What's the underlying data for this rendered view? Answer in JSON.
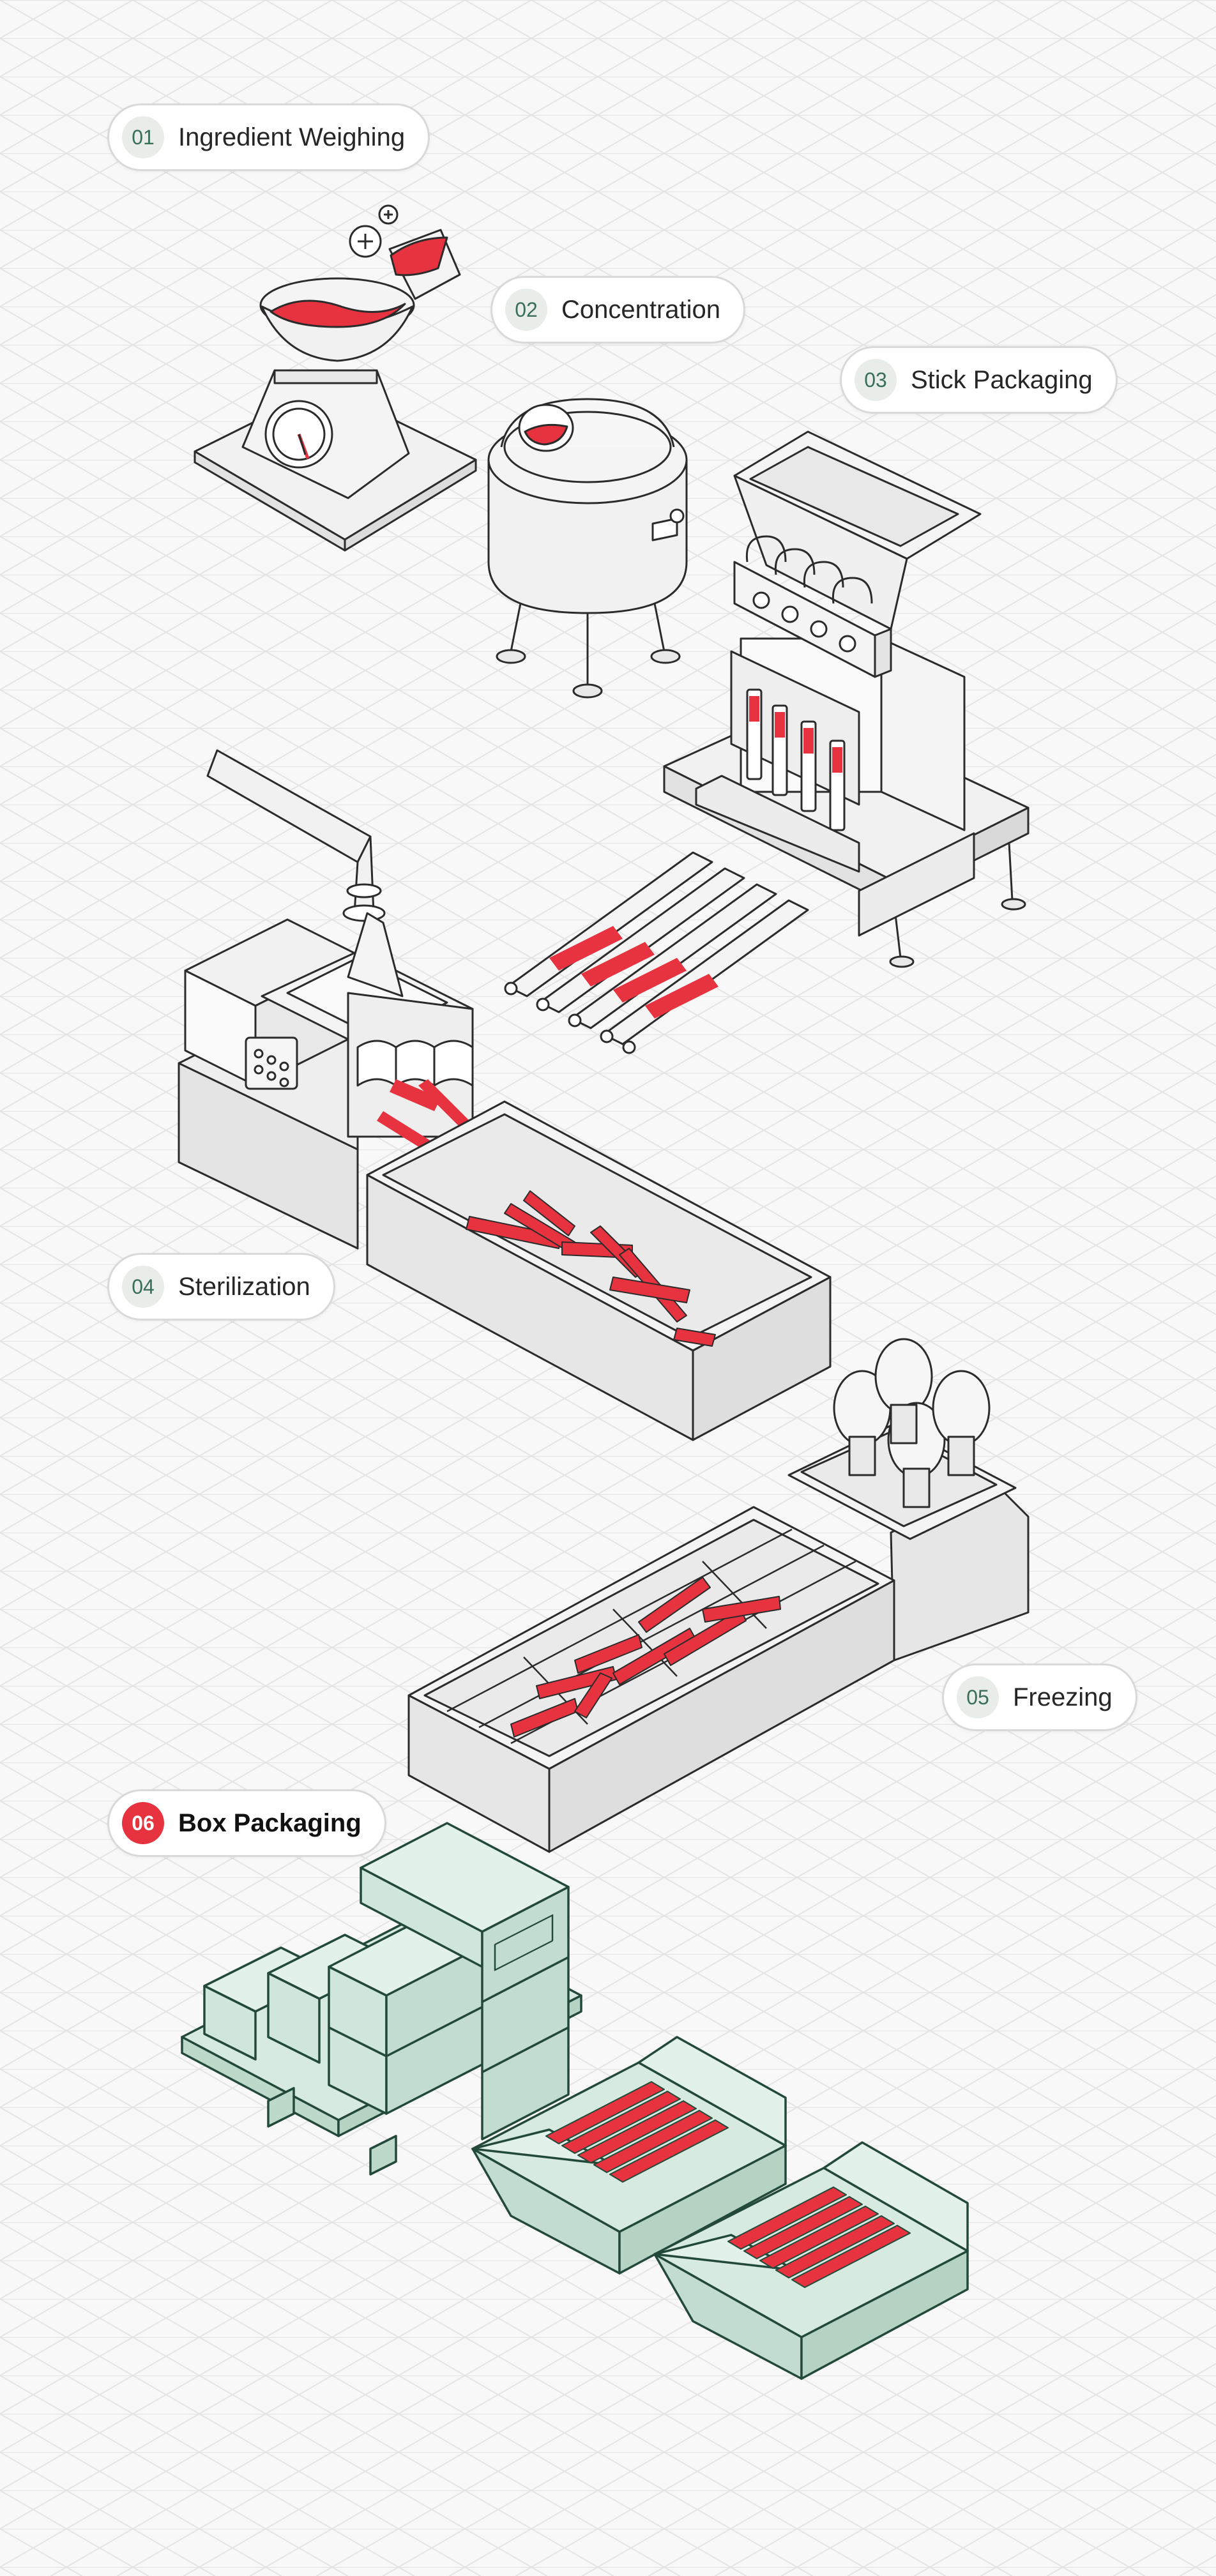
{
  "steps": [
    {
      "num": "01",
      "label": "Ingredient Weighing",
      "active": false
    },
    {
      "num": "02",
      "label": "Concentration",
      "active": false
    },
    {
      "num": "03",
      "label": "Stick Packaging",
      "active": false
    },
    {
      "num": "04",
      "label": "Sterilization",
      "active": false
    },
    {
      "num": "05",
      "label": "Freezing",
      "active": false
    },
    {
      "num": "06",
      "label": "Box Packaging",
      "active": true
    }
  ],
  "colors": {
    "background": "#f8f8f8",
    "grid": "#e4e4e4",
    "line": "#2b2b2b",
    "machine_fill": "#f1f1f1",
    "product_red": "#e6333f",
    "box_green": "#cfe6da",
    "box_outline": "#23493a",
    "badge_bg": "#e8ede9",
    "badge_text": "#3a6f56"
  },
  "icons": [
    "scale-icon",
    "tank-icon",
    "stick-packer-icon",
    "sterilizer-icon",
    "freezer-icon",
    "boxes-icon"
  ]
}
